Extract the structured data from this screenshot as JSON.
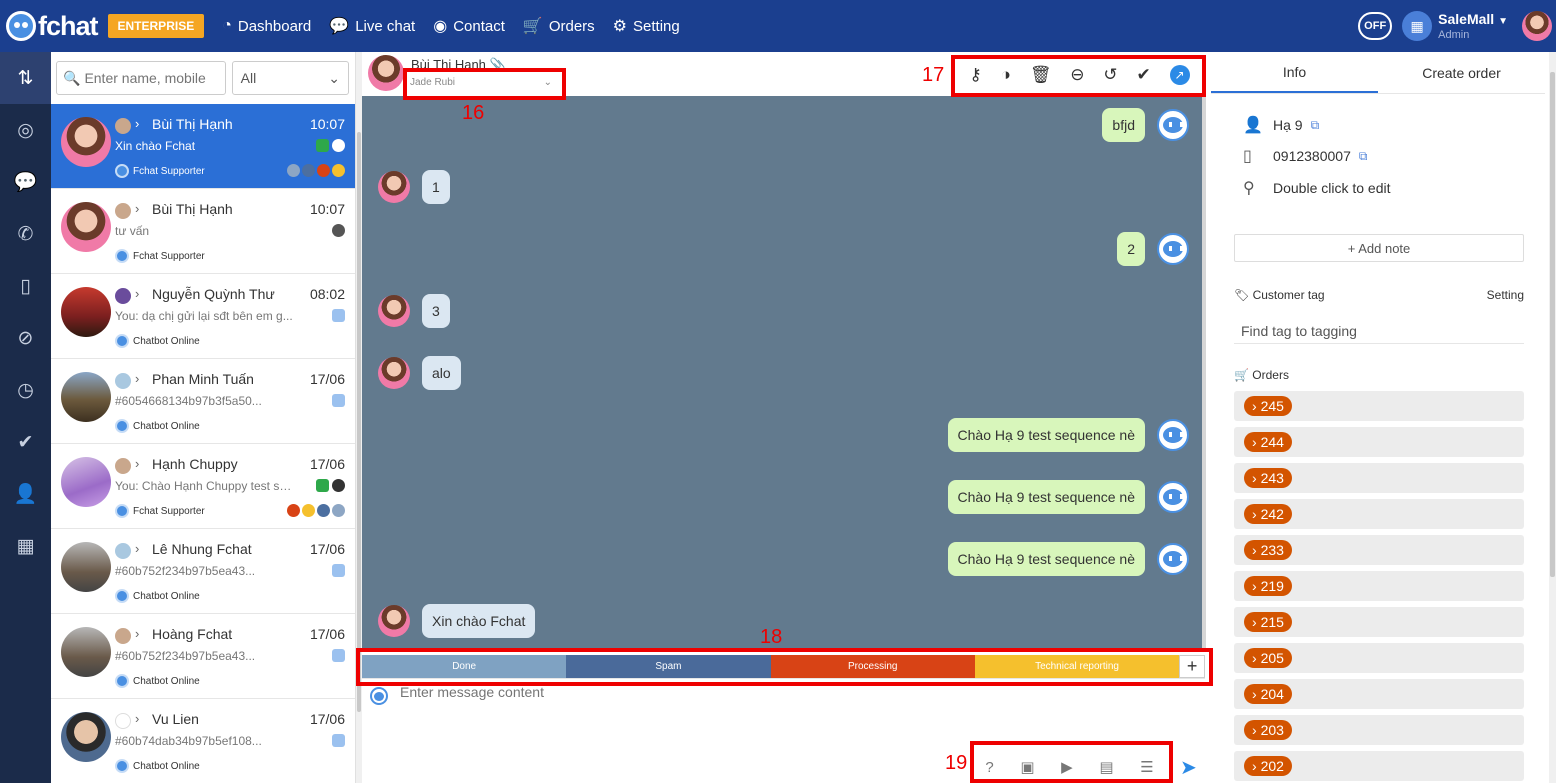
{
  "brand": {
    "logo": "fchat",
    "badge": "ENTERPRISE"
  },
  "nav": [
    {
      "label": "Dashboard",
      "icon": "gauge-icon"
    },
    {
      "label": "Live chat",
      "icon": "messenger-icon"
    },
    {
      "label": "Contact",
      "icon": "user-circle-icon"
    },
    {
      "label": "Orders",
      "icon": "cart-icon"
    },
    {
      "label": "Setting",
      "icon": "gear-icon"
    }
  ],
  "topright": {
    "toggle": "OFF",
    "user": "SaleMall",
    "role": "Admin"
  },
  "filters": {
    "search_placeholder": "Enter name, mobile",
    "select": "All"
  },
  "conversations": [
    {
      "name": "Bùi Thị Hạnh",
      "time": "10:07",
      "preview": "Xin chào Fchat",
      "agent": "Fchat Supporter",
      "tags": [
        "#8da6c4",
        "#4c6fa0",
        "#d84315",
        "#f5c02d"
      ],
      "src": [
        "#2ea84a",
        "#fff"
      ]
    },
    {
      "name": "Bùi Thị Hạnh",
      "time": "10:07",
      "preview": "tư vấn",
      "agent": "Fchat Supporter",
      "tags": [],
      "src": [
        "#555"
      ]
    },
    {
      "name": "Nguyễn Quỳnh Thư",
      "time": "08:02",
      "preview": "You: dạ chị gửi lại sđt bên em g...",
      "agent": "Chatbot Online",
      "tags": [],
      "src": [
        "#9bc1ef"
      ]
    },
    {
      "name": "Phan Minh Tuấn",
      "time": "17/06",
      "preview": "#6054668134b97b3f5a50...",
      "agent": "Chatbot Online",
      "tags": [],
      "src": [
        "#9bc1ef"
      ]
    },
    {
      "name": "Hạnh Chuppy",
      "time": "17/06",
      "preview": "You: Chào Hạnh Chuppy test se...",
      "agent": "Fchat Supporter",
      "tags": [
        "#d84315",
        "#f5c02d",
        "#4c6fa0",
        "#8da6c4"
      ],
      "src": [
        "#2ea84a",
        "#333"
      ]
    },
    {
      "name": "Lê Nhung Fchat",
      "time": "17/06",
      "preview": "#60b752f234b97b5ea43...",
      "agent": "Chatbot Online",
      "tags": [],
      "src": [
        "#9bc1ef"
      ]
    },
    {
      "name": "Hoàng Fchat",
      "time": "17/06",
      "preview": "#60b752f234b97b5ea43...",
      "agent": "Chatbot Online",
      "tags": [],
      "src": [
        "#9bc1ef"
      ]
    },
    {
      "name": "Vu Lien",
      "time": "17/06",
      "preview": "#60b74dab34b97b5ef108...",
      "agent": "Chatbot Online",
      "tags": [],
      "src": [
        "#9bc1ef"
      ]
    }
  ],
  "chat": {
    "name": "Bùi Thị Hạnh",
    "assignee": "Jade Rubi",
    "messages": [
      {
        "dir": "out",
        "text": "bfjd"
      },
      {
        "dir": "in",
        "text": "1"
      },
      {
        "dir": "out",
        "text": "2"
      },
      {
        "dir": "in",
        "text": "3"
      },
      {
        "dir": "in",
        "text": "alo"
      },
      {
        "dir": "out",
        "text": "Chào Hạ 9 test sequence nè"
      },
      {
        "dir": "out",
        "text": "Chào Hạ 9 test sequence nè"
      },
      {
        "dir": "out",
        "text": "Chào Hạ 9 test sequence nè"
      },
      {
        "dir": "in",
        "text": "Xin chào Fchat"
      }
    ],
    "tag_buttons": [
      {
        "label": "Done",
        "color": "#7fa2c2"
      },
      {
        "label": "Spam",
        "color": "#4a6a9a"
      },
      {
        "label": "Processing",
        "color": "#d84315"
      },
      {
        "label": "Technical reporting",
        "color": "#f5c02d"
      }
    ],
    "add_tag": "+",
    "composer_placeholder": "Enter message content"
  },
  "annotations": {
    "a16": "16",
    "a17": "17",
    "a18": "18",
    "a19": "19"
  },
  "info": {
    "tabs": [
      "Info",
      "Create order"
    ],
    "name": "Hạ 9",
    "phone": "0912380007",
    "address": "Double click to edit",
    "add_note": "+ Add note",
    "customer_tag": "Customer tag",
    "setting": "Setting",
    "tag_placeholder": "Find tag to tagging",
    "orders_label": "Orders",
    "orders": [
      "245",
      "244",
      "243",
      "242",
      "233",
      "219",
      "215",
      "205",
      "204",
      "203",
      "202"
    ]
  }
}
